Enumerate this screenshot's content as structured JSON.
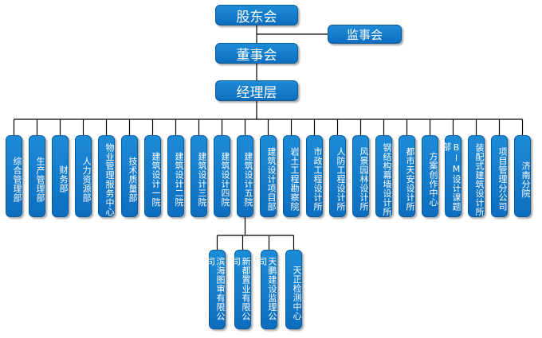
{
  "top": {
    "shareholders": "股东会",
    "supervisors": "监事会",
    "board": "董事会",
    "management": "经理层"
  },
  "departments": [
    "综合管理部",
    "生产管理部",
    "财务部",
    "人力资源部",
    "物业管理服务中心",
    "技术质量部",
    "建筑设计一院",
    "建筑设计二院",
    "建筑设计三院",
    "建筑设计四院",
    "建筑设计五院",
    "建筑设计项目部",
    "岩土工程勘察院",
    "市政工程设计所",
    "人防工程设计所",
    "风景园林设计所",
    "钢结构幕墙设计所",
    "都市天安设计所",
    "方案创作中心",
    "BIM设计课题部",
    "装配式建筑设计所",
    "项目管理分公司",
    "济南分院"
  ],
  "subsidiaries": [
    "滨海图审有限公司",
    "新都置业有限公司",
    "天鹏建设监理公司",
    "天正检测中心"
  ],
  "colors": {
    "box": "#1379cc",
    "line": "#000000",
    "text": "#ffffff"
  }
}
